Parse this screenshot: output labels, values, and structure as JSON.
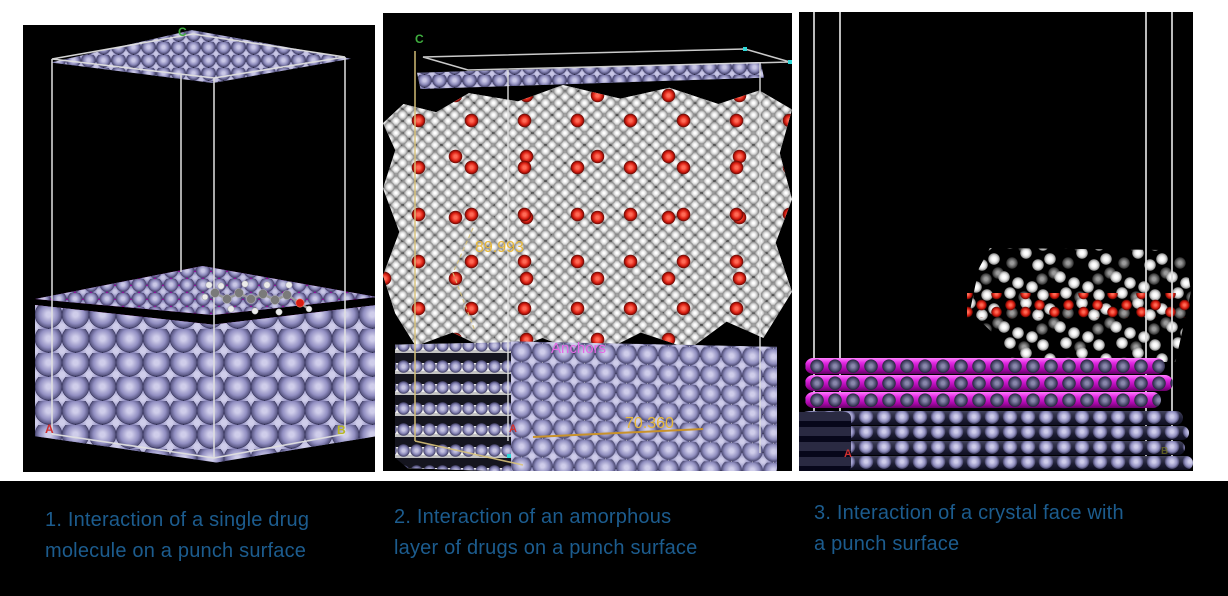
{
  "captions": [
    {
      "line1": "1. Interaction of a single drug",
      "line2": "molecule on a punch surface",
      "full": "1. Interaction of a single drug molecule on a punch surface"
    },
    {
      "line1": "2. Interaction of an amorphous",
      "line2": "layer of drugs on a punch surface",
      "full": "2. Interaction of an amorphous layer of drugs on a punch surface"
    },
    {
      "line1": "3. Interaction of a crystal face with",
      "line2": "a punch surface",
      "full": "3. Interaction of a crystal face with a punch surface"
    }
  ],
  "panels": [
    {
      "axis": {
        "c": "C",
        "a": "A",
        "b": "B"
      }
    },
    {
      "axis": {
        "c": "C",
        "a": "A"
      },
      "annotations": {
        "alpha_angle": "89.993",
        "cell_length": "70.360",
        "anchors_label": "Anchors"
      }
    },
    {
      "axis": {
        "a": "A",
        "b": "B"
      }
    }
  ],
  "colors": {
    "caption_text": "#1c5c8e",
    "panel_background": "#000000",
    "surface_atom_lavender": "#8d8bbc",
    "surface_highlight_magenta": "#cc00cc",
    "carbon_gray": "#7a7a7a",
    "hydrogen_white": "#ececec",
    "oxygen_red": "#d81c10",
    "box_wire_white": "#e0e0e0",
    "box_wire_tan": "#d8c27a",
    "label_c_green": "#3fae3f",
    "label_a_red": "#d03030",
    "label_b_yellow": "#b8b820",
    "measurement_yellow": "#e8b838",
    "anchors_magenta": "#e668e6"
  }
}
